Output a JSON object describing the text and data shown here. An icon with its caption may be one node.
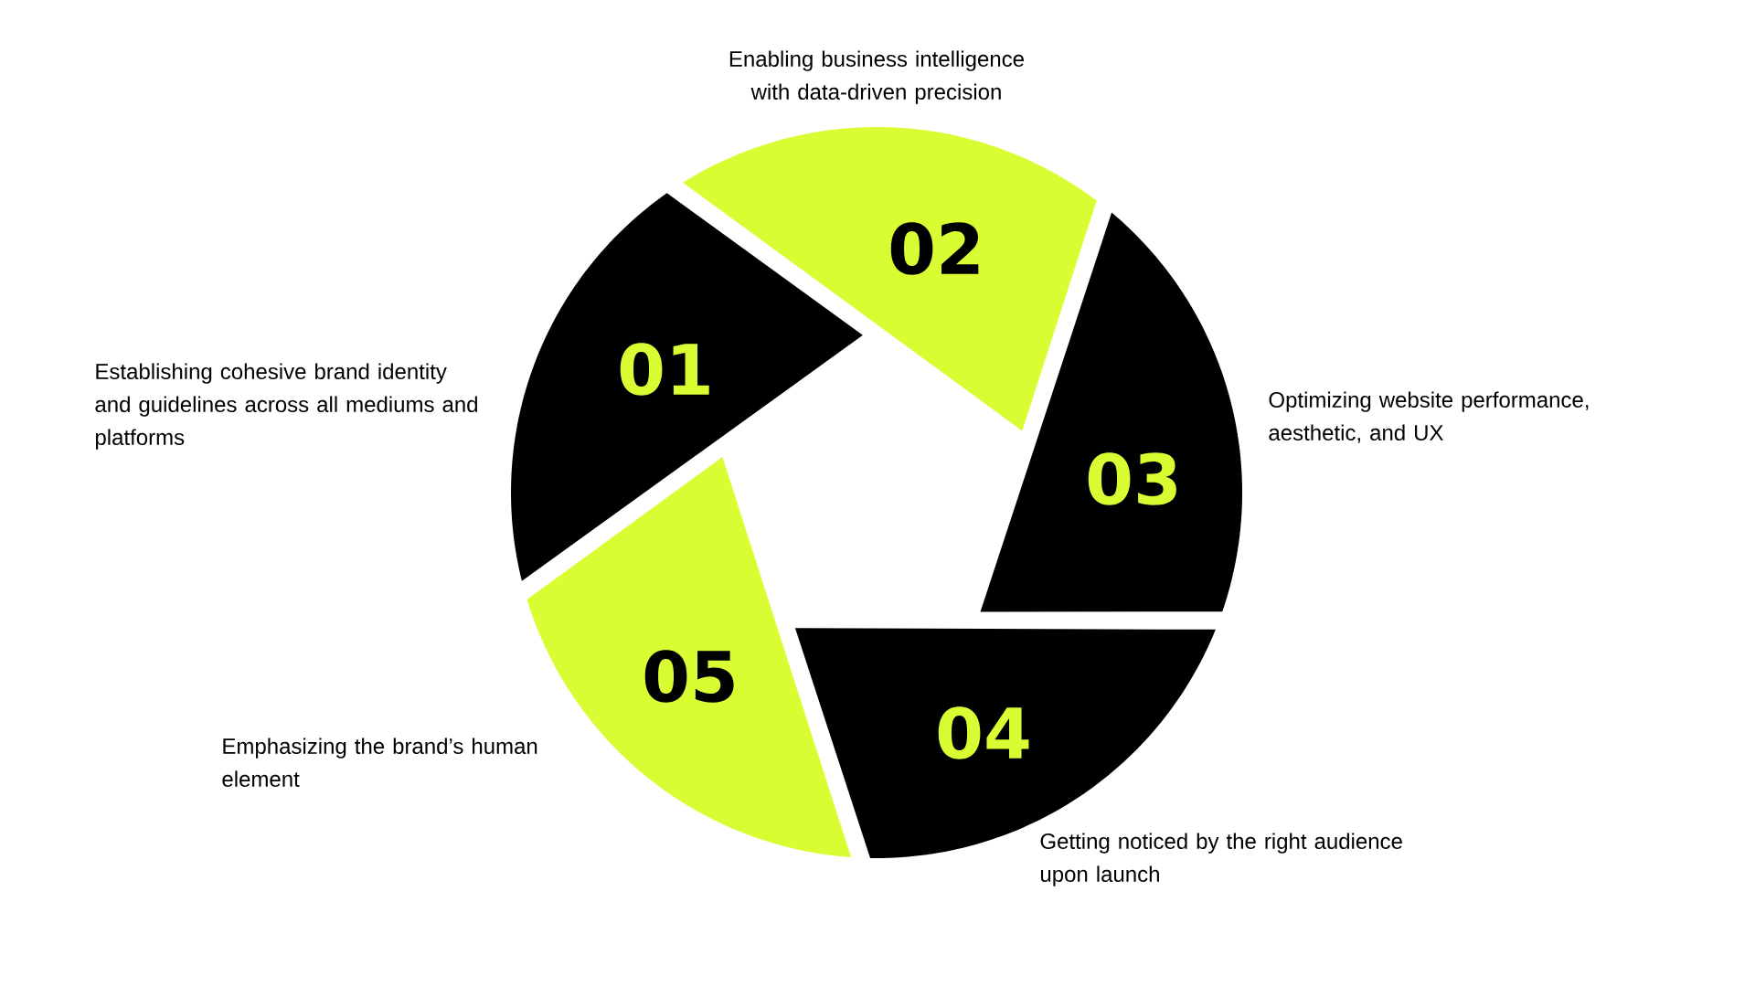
{
  "diagram": {
    "nodes": [
      {
        "text": [
          "01"
        ],
        "beside": [
          "Establishing cohesive brand identity and guidelines across all mediums and platforms"
        ]
      },
      {
        "text": [
          "02"
        ],
        "beside": [
          "Enabling business intelligence with data-driven precision"
        ]
      },
      {
        "text": [
          "03"
        ],
        "beside": [
          "Optimizing website performance, aesthetic, and UX"
        ]
      },
      {
        "text": [
          "04"
        ],
        "beside": [
          "Getting noticed by the right audience upon launch"
        ]
      },
      {
        "text": [
          "05"
        ],
        "beside": [
          "Emphasizing the brand’s human element"
        ]
      }
    ]
  }
}
